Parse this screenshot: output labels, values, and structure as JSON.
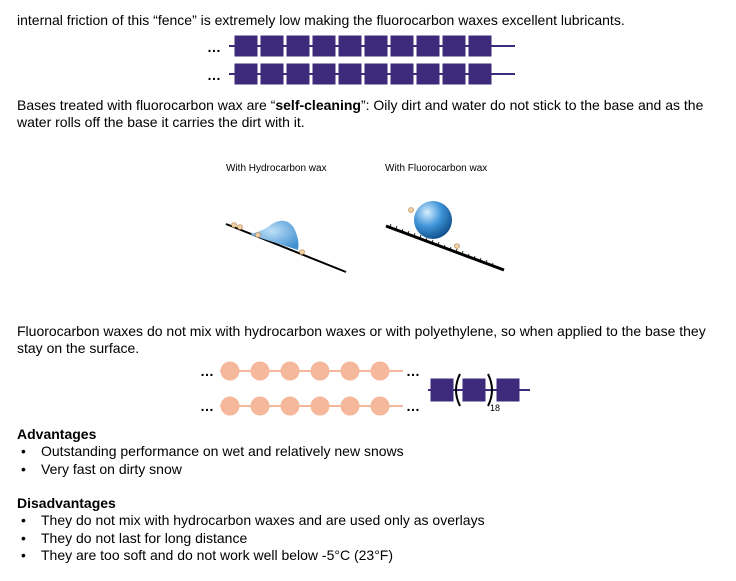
{
  "intro_line": "internal friction of this “fence” is extremely low making the fluorocarbon waxes excellent lubricants.",
  "self_cleaning": {
    "before": "Bases treated with fluorocarbon wax are “",
    "emphasis": "self-cleaning",
    "after": "”: Oily dirt and water do not stick to the base and as the water rolls off the base it carries the dirt with it."
  },
  "figure_labels": {
    "hydrocarbon": "With Hydrocarbon wax",
    "fluorocarbon": "With Fluorocarbon wax"
  },
  "mix_paragraph": "Fluorocarbon waxes do not mix with hydrocarbon waxes or with polyethylene, so when applied to the base they stay on the surface.",
  "ellipsis": "…",
  "subscript_18": "18",
  "advantages": {
    "title": "Advantages",
    "items": [
      "Outstanding performance on wet and relatively new snows",
      "Very fast on dirty snow"
    ]
  },
  "disadvantages": {
    "title": "Disadvantages",
    "items": [
      "They do not mix with hydrocarbon waxes and are used only as overlays",
      "They do not last for long distance",
      "They are too soft and do not work well below -5°C (23°F)"
    ]
  },
  "colors": {
    "purple_chain": "#3d2a7a",
    "peach_chain": "#f5b89a",
    "water_drop": "#5aa6dd"
  }
}
